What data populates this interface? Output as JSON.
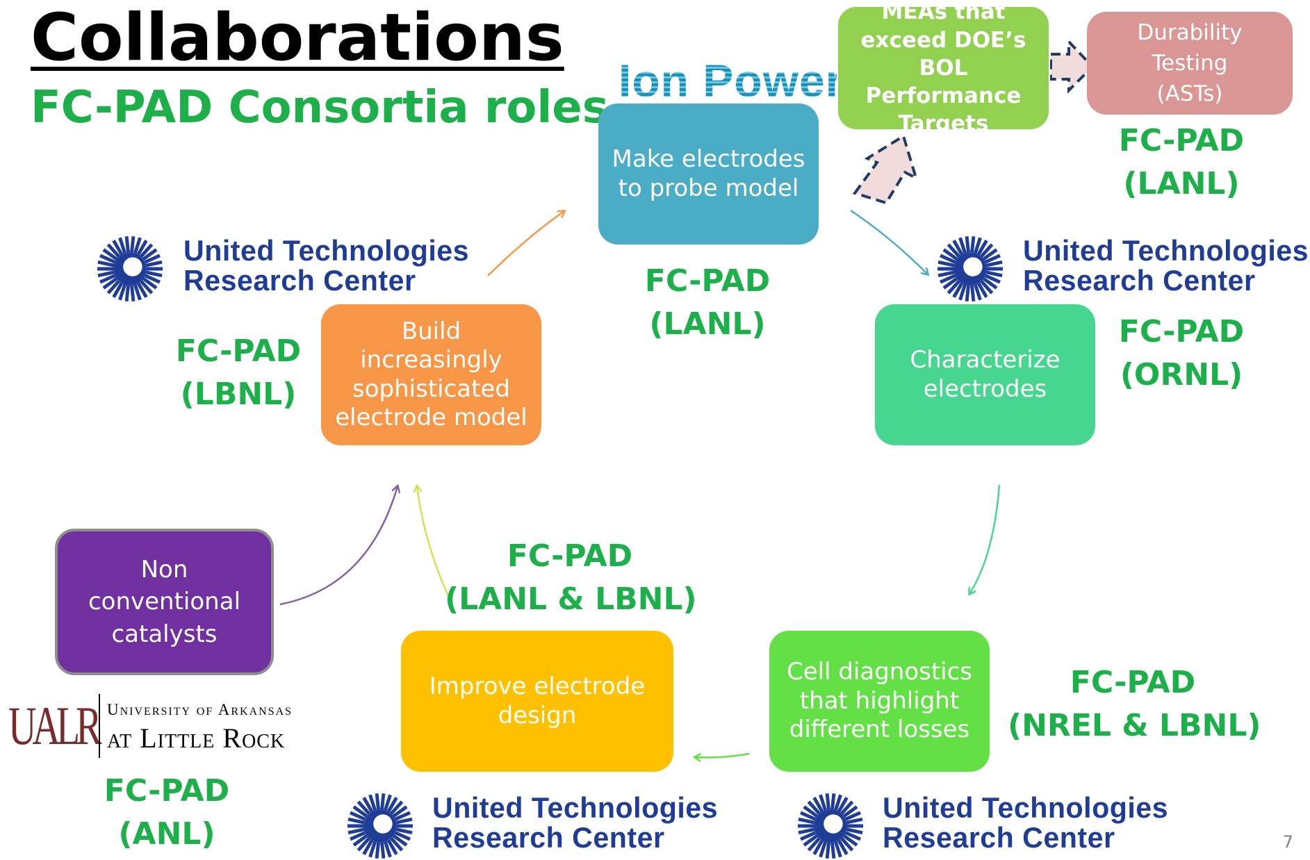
{
  "slide": {
    "title": "Collaborations",
    "subtitle": "FC-PAD Consortia roles",
    "page_number": "7"
  },
  "logos": {
    "ion_power": "Ion Power",
    "utrc_line1": "United Technologies",
    "utrc_line2": "Research Center",
    "ualr_mark": "UALR",
    "ualr_line1": "University of Arkansas",
    "ualr_line2": "at Little Rock"
  },
  "boxes": {
    "make_electrodes": [
      "Make electrodes",
      "to probe  model"
    ],
    "characterize": [
      "Characterize",
      "electrodes"
    ],
    "cell_diagnostics": [
      "Cell  diagnostics",
      "that highlight",
      "different losses"
    ],
    "improve_design": [
      "Improve electrode",
      "design"
    ],
    "build_model": [
      "Build increasingly",
      "sophisticated",
      "electrode model"
    ],
    "non_conventional": [
      "Non",
      "conventional",
      "catalysts"
    ],
    "meas": [
      "MEAs that",
      "exceed DOE’s",
      "BOL Performance",
      "Targets"
    ],
    "durability": [
      "Durability",
      "Testing",
      "(ASTs)"
    ]
  },
  "labels": {
    "make_electrodes": [
      "FC-PAD",
      "(LANL)"
    ],
    "durability": [
      "FC-PAD",
      "(LANL)"
    ],
    "characterize": [
      "FC-PAD",
      "(ORNL)"
    ],
    "cell_diagnostics": [
      "FC-PAD",
      "(NREL & LBNL)"
    ],
    "improve_design": [
      "FC-PAD",
      "(LANL & LBNL)"
    ],
    "build_model": [
      "FC-PAD",
      "(LBNL)"
    ],
    "non_conventional": [
      "FC-PAD",
      "(ANL)"
    ]
  },
  "colors": {
    "make_electrodes": "#4bacc6",
    "characterize": "#46d68f",
    "cell_diagnostics": "#62e045",
    "improve_design": "#ffc000",
    "build_model": "#f79646",
    "non_conventional": "#7030a0",
    "meas": "#92d050",
    "durability": "#da9694",
    "label_green": "#1db04a",
    "utrc_blue": "#1f3c96"
  }
}
